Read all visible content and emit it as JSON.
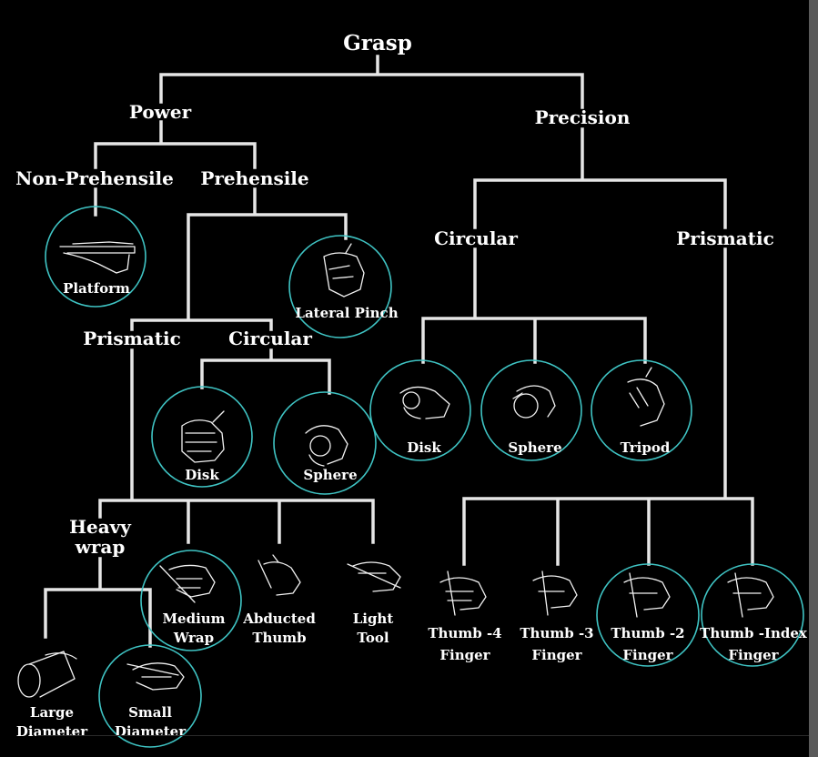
{
  "diagram": {
    "root": "Grasp",
    "power": {
      "label": "Power",
      "non_prehensile": "Non-Prehensile",
      "platform": "Platform",
      "prehensile": "Prehensile",
      "lateral_pinch": "Lateral Pinch",
      "prismatic": "Prismatic",
      "circular": "Circular",
      "disk": "Disk",
      "sphere": "Sphere",
      "heavy_wrap": [
        "Heavy",
        "wrap"
      ],
      "medium_wrap": [
        "Medium",
        "Wrap"
      ],
      "abducted_thumb": [
        "Abducted",
        "Thumb"
      ],
      "light_tool": [
        "Light",
        "Tool"
      ],
      "large_diameter": [
        "Large",
        "Diameter"
      ],
      "small_diameter": [
        "Small",
        "Diameter"
      ]
    },
    "precision": {
      "label": "Precision",
      "circular": "Circular",
      "prismatic": "Prismatic",
      "disk": "Disk",
      "sphere": "Sphere",
      "tripod": "Tripod",
      "thumb_4": [
        "Thumb -4",
        "Finger"
      ],
      "thumb_3": [
        "Thumb -3",
        "Finger"
      ],
      "thumb_2": [
        "Thumb -2",
        "Finger"
      ],
      "thumb_index": [
        "Thumb -Index",
        "Finger"
      ]
    }
  },
  "colors": {
    "background": "#000000",
    "edges": "#e6e6e6",
    "highlight_ring": "#3fc4c4",
    "text": "#ffffff"
  },
  "icons": {
    "platform": "flat-hand-icon",
    "lateral_pinch": "lateral-pinch-hand-icon",
    "power_disk": "power-disk-hand-icon",
    "power_sphere": "power-sphere-hand-icon",
    "medium_wrap": "medium-wrap-hand-icon",
    "abducted_thumb": "abducted-thumb-hand-icon",
    "light_tool": "light-tool-hand-icon",
    "large_diameter": "large-diameter-hand-icon",
    "small_diameter": "small-diameter-hand-icon",
    "precision_disk": "precision-disk-hand-icon",
    "precision_sphere": "precision-sphere-hand-icon",
    "tripod": "tripod-hand-icon",
    "thumb_4": "thumb-4-finger-hand-icon",
    "thumb_3": "thumb-3-finger-hand-icon",
    "thumb_2": "thumb-2-finger-hand-icon",
    "thumb_index": "thumb-index-finger-hand-icon"
  }
}
